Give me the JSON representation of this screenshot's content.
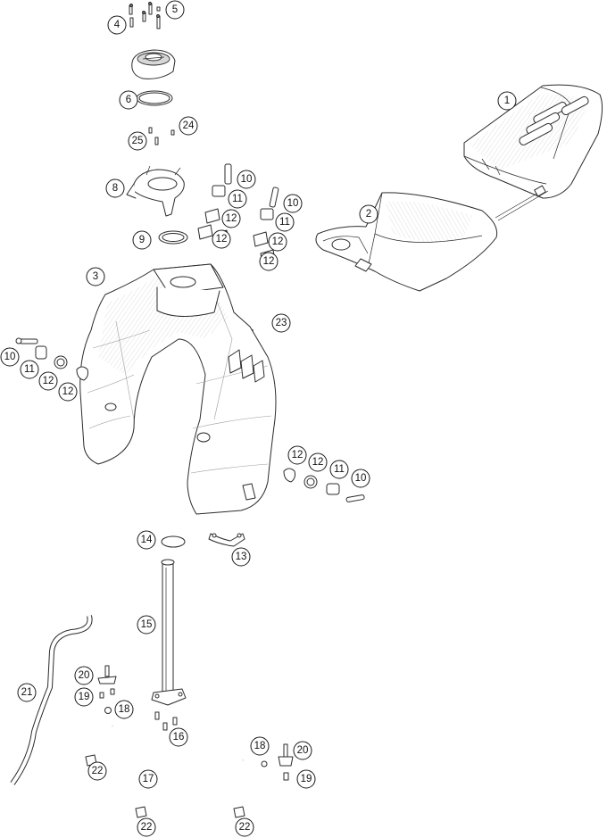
{
  "callouts": [
    "1",
    "2",
    "3",
    "4",
    "5",
    "6",
    "8",
    "9",
    "10",
    "11",
    "12",
    "13",
    "14",
    "15",
    "16",
    "17",
    "18",
    "19",
    "20",
    "21",
    "22",
    "23",
    "24",
    "25"
  ]
}
